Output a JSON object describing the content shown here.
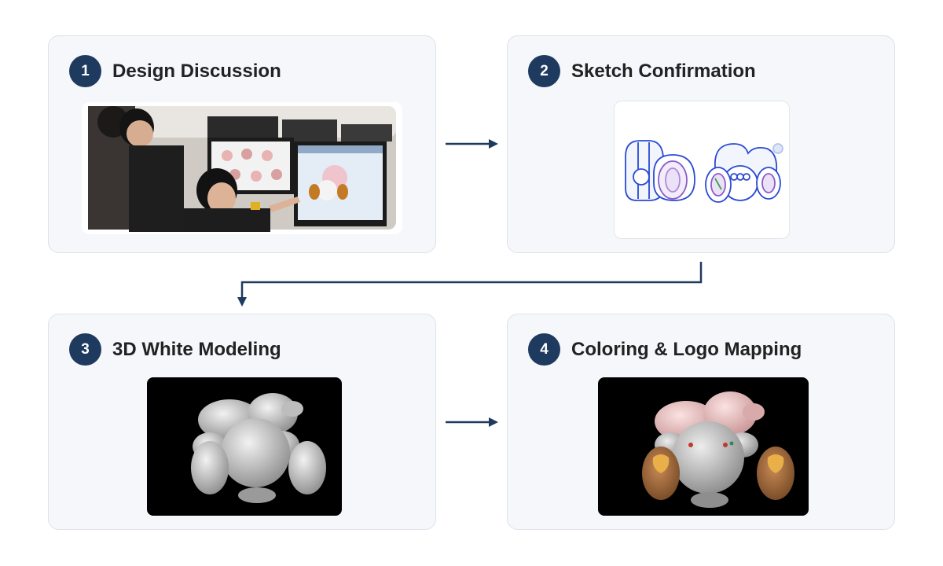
{
  "steps": [
    {
      "number": "1",
      "title": "Design Discussion",
      "image": "team-at-monitors-photo"
    },
    {
      "number": "2",
      "title": "Sketch Confirmation",
      "image": "line-sketch"
    },
    {
      "number": "3",
      "title": "3D White Modeling",
      "image": "white-3d-model-render"
    },
    {
      "number": "4",
      "title": "Coloring & Logo Mapping",
      "image": "colored-3d-model-render"
    }
  ],
  "colors": {
    "badge": "#1f3a5f",
    "arrow": "#1f3a5f",
    "card_bg": "#f5f7fa",
    "card_border": "#dde2e8"
  }
}
